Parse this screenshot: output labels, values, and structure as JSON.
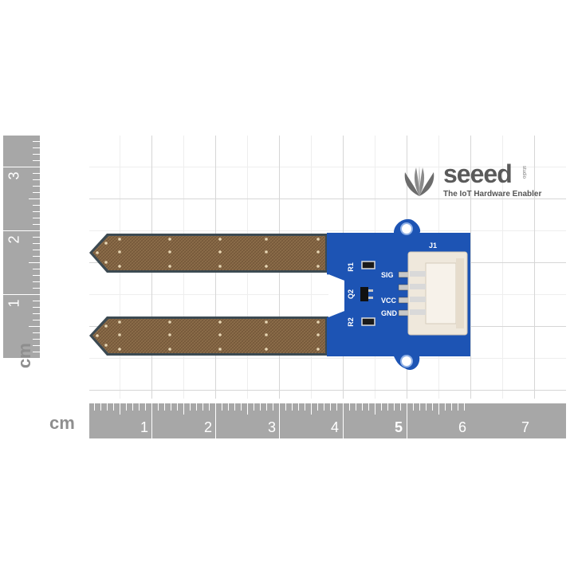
{
  "logo": {
    "brand": "seeed",
    "studio": "studio",
    "tagline": "The IoT Hardware Enabler"
  },
  "vertical_ruler": {
    "unit": "cm",
    "numbers": [
      "3",
      "2",
      "1"
    ]
  },
  "horizontal_ruler": {
    "unit": "cm",
    "numbers": [
      "1",
      "2",
      "3",
      "4",
      "5",
      "6",
      "7"
    ],
    "emphasized": "5"
  },
  "board": {
    "connector_label": "J1",
    "resistor1": "R1",
    "resistor2": "R2",
    "transistor": "Q2",
    "pins": [
      "SIG",
      "VCC",
      "GND"
    ]
  },
  "colors": {
    "ruler": "#a7a7a7",
    "pcb_blue": "#1d54b4",
    "probe_gold": "#8c6e4a",
    "connector": "#efe8dc"
  }
}
